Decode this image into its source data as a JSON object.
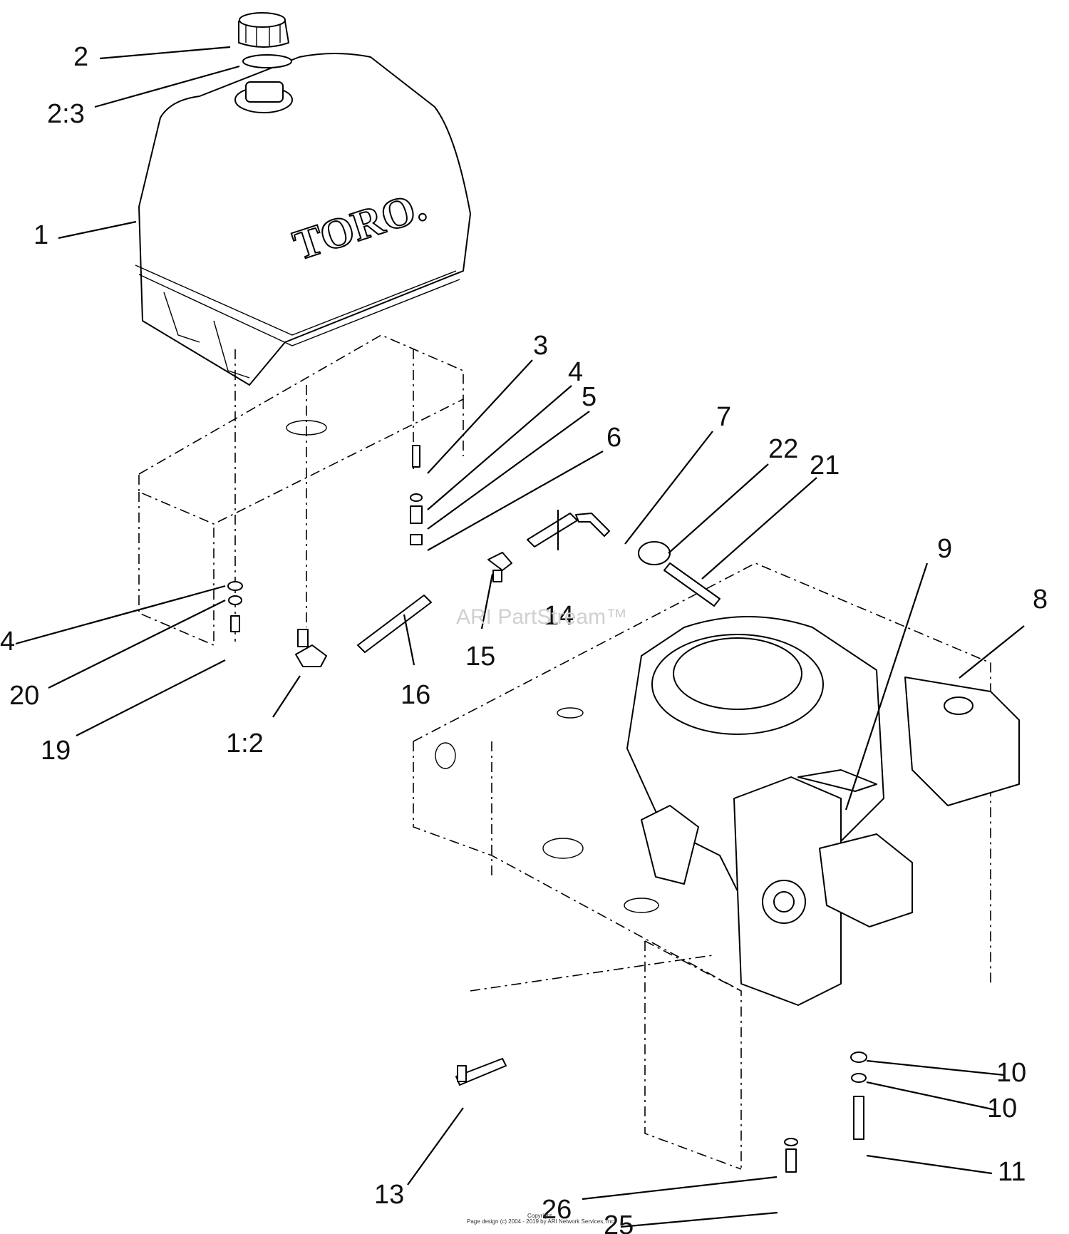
{
  "diagram": {
    "brand_logo": "TORO.",
    "watermark": "ARI PartStream™",
    "copyright": {
      "line1": "Copyright",
      "line2": "Page design (c) 2004 - 2019 by ARI Network Services, Inc."
    },
    "callouts": [
      "1",
      "2",
      "2:3",
      "3",
      "4",
      "5",
      "6",
      "7",
      "22",
      "21",
      "9",
      "8",
      "4",
      "20",
      "19",
      "1:2",
      "16",
      "15",
      "14",
      "10",
      "10",
      "11",
      "13",
      "26",
      "25"
    ]
  }
}
